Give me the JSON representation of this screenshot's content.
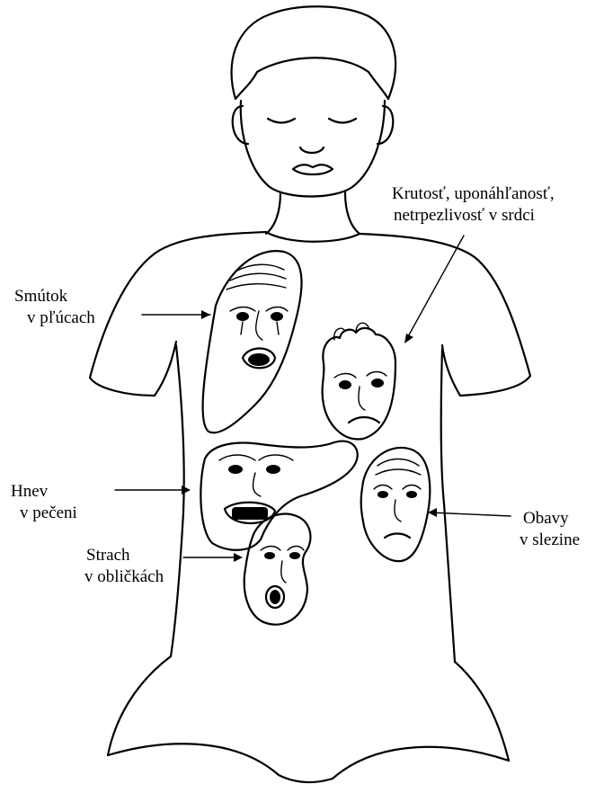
{
  "labels": {
    "heart": {
      "line1": "Krutosť, uponáhľanosť,",
      "line2": "netrpezlivosť  v srdci"
    },
    "lungs": {
      "line1": "Smútok",
      "line2": "v pľúcach"
    },
    "liver": {
      "line1": "Hnev",
      "line2": "v pečeni"
    },
    "spleen": {
      "line1": "Obavy",
      "line2": "v slezine"
    },
    "kidneys": {
      "line1": "Strach",
      "line2": "v obličkách"
    }
  }
}
